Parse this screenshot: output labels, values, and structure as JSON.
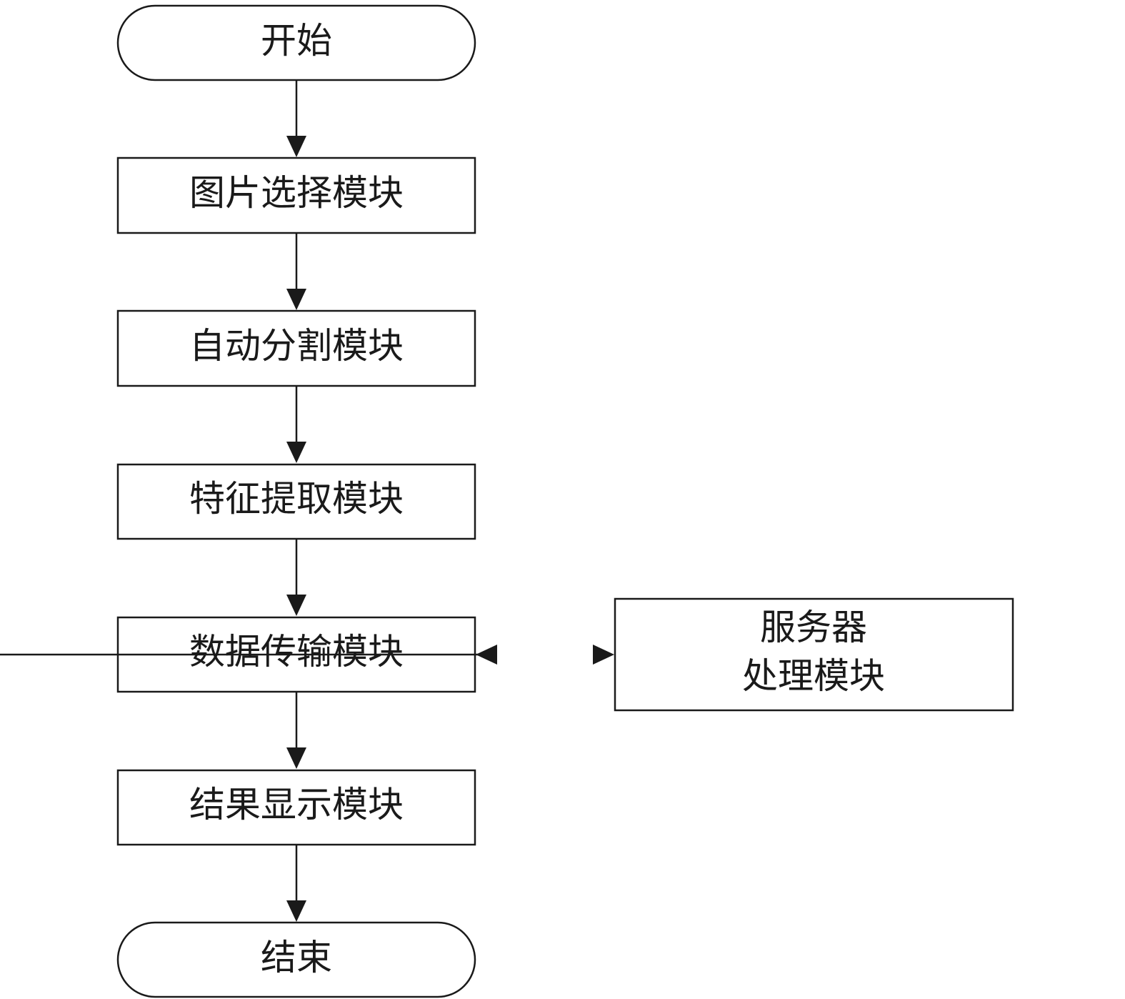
{
  "flowchart": {
    "start": {
      "label": "开始"
    },
    "steps": [
      {
        "id": "image-select",
        "label": "图片选择模块"
      },
      {
        "id": "auto-segment",
        "label": "自动分割模块"
      },
      {
        "id": "feature-extract",
        "label": "特征提取模块"
      },
      {
        "id": "data-transfer",
        "label": "数据传输模块"
      },
      {
        "id": "result-display",
        "label": "结果显示模块"
      }
    ],
    "end": {
      "label": "结束"
    },
    "server": {
      "line1": "服务器",
      "line2": "处理模块"
    }
  },
  "colors": {
    "stroke": "#1a1a1a",
    "fill": "#ffffff",
    "background": "#ffffff"
  }
}
